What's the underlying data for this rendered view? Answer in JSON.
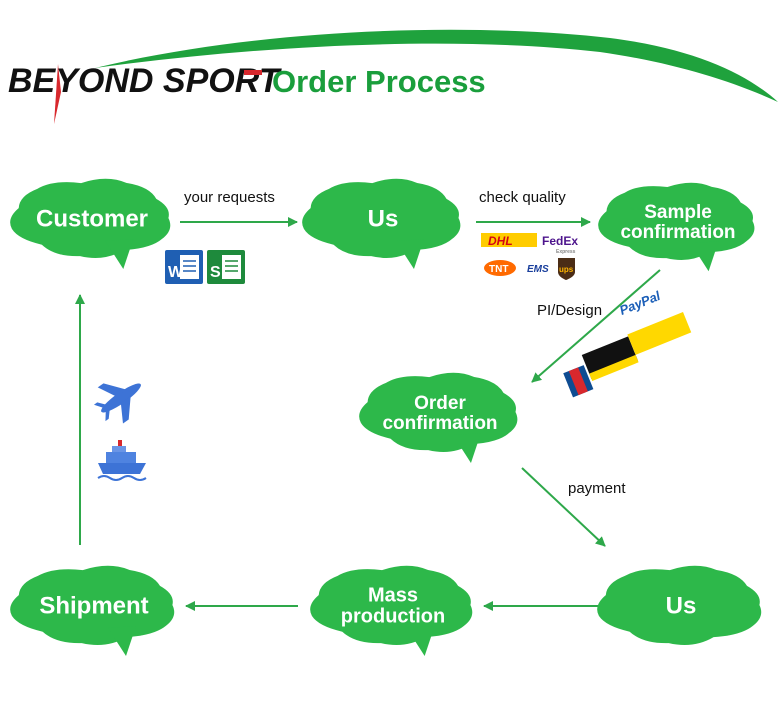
{
  "header": {
    "brand_left": "BEYOND SPORT",
    "title": "Order Process"
  },
  "colors": {
    "green": "#2db84a",
    "green_dark": "#1a9e3c",
    "arrow": "#2ea84a",
    "brand_red": "#d8282d"
  },
  "nodes": {
    "customer": [
      "Customer"
    ],
    "us_top": [
      "Us"
    ],
    "sample": [
      "Sample",
      "confirmation"
    ],
    "order": [
      "Order",
      "confirmation"
    ],
    "us_bottom": [
      "Us"
    ],
    "mass": [
      "Mass",
      "production"
    ],
    "shipment": [
      "Shipment"
    ]
  },
  "edges": {
    "your_requests": "your requests",
    "check_quality": "check quality",
    "pi_design": "PI/Design",
    "payment": "payment"
  },
  "logos": {
    "word": "W",
    "excel": "S",
    "dhl": "DHL",
    "fedex": "FedEx",
    "fedex_sub": "Express",
    "tnt": "TNT",
    "ems": "EMS",
    "ups": "ups",
    "paypal": "PayPal"
  },
  "icons": {
    "airplane": "airplane-icon",
    "ship": "ship-icon"
  }
}
